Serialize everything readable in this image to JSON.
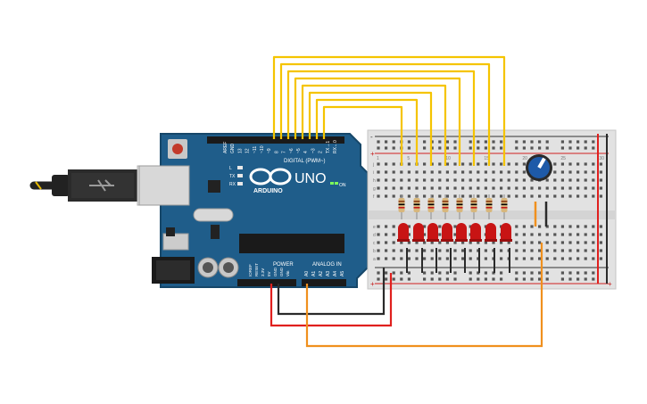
{
  "arduino": {
    "model": "UNO",
    "brand": "ARDUINO",
    "digital_header": "DIGITAL (PWM~)",
    "analog_header": "ANALOG IN",
    "power_header": "POWER",
    "on_label": "ON",
    "led_labels": [
      "L",
      "TX",
      "RX"
    ],
    "digital_pins": [
      "AREF",
      "GND",
      "13",
      "12",
      "~11",
      "~10",
      "~9",
      "8",
      "7",
      "~6",
      "~5",
      "4",
      "~3",
      "2",
      "TX→1",
      "RX←0"
    ],
    "power_pins": [
      "IOREF",
      "RESET",
      "3.3V",
      "5V",
      "GND",
      "GND",
      "Vin"
    ],
    "analog_pins": [
      "A0",
      "A1",
      "A2",
      "A3",
      "A4",
      "A5"
    ]
  },
  "breadboard": {
    "rails_sign_top": "-",
    "rails_plus": "+",
    "row_letters_top": [
      "j",
      "i",
      "h",
      "g",
      "f"
    ],
    "row_letters_bottom": [
      "e",
      "d",
      "c",
      "b",
      "a"
    ],
    "col_numbers": [
      "1",
      "5",
      "10",
      "15",
      "20",
      "25",
      "30"
    ]
  },
  "components": {
    "led_count": 8,
    "resistor_count": 8,
    "potentiometer_count": 1
  },
  "colors": {
    "board": "#1f5d8a",
    "signal_wire": "#f5c400",
    "power_wire": "#e0201e",
    "ground_wire": "#2a2a2a",
    "analog_wire": "#f0901e",
    "led": "#c81414"
  }
}
